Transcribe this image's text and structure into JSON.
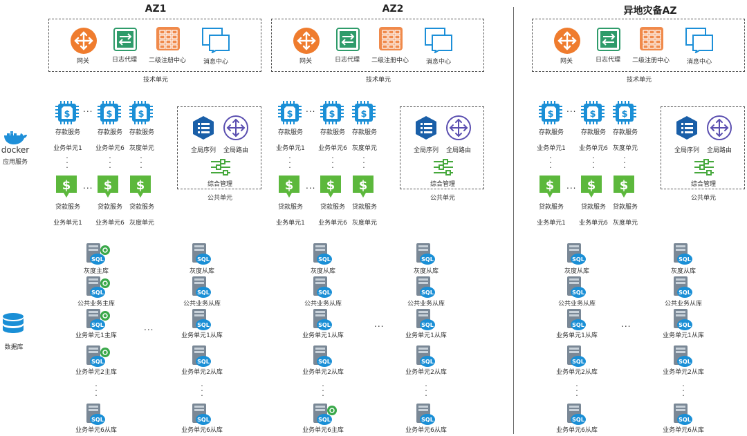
{
  "az_titles": [
    "AZ1",
    "AZ2",
    "异地灾备AZ"
  ],
  "tech_unit": {
    "label": "技术单元",
    "items": [
      "网关",
      "日志代理",
      "二级注册中心",
      "消息中心"
    ]
  },
  "public_unit": {
    "label": "公共单元",
    "items": [
      "全局序列",
      "全局路由",
      "综合管理"
    ]
  },
  "deposit_service": "存款服务",
  "loan_service": "贷款服务",
  "biz_units": [
    "业务单元1",
    "业务单元6",
    "灰度单元"
  ],
  "left_labels": {
    "docker_text": "docker",
    "app_service": "应用服务",
    "database": "数据库"
  },
  "ellipsis": "...",
  "sql_text": "SQL",
  "databases": {
    "az1_col1": [
      "灰度主库",
      "公共业务主库",
      "业务单元1主库",
      "业务单元2主库",
      "业务单元6从库"
    ],
    "az1_col2": [
      "灰度从库",
      "公共业务从库",
      "业务单元1从库",
      "业务单元2从库",
      "业务单元6从库"
    ],
    "az2_col1": [
      "灰度从库",
      "公共业务从库",
      "业务单元1从库",
      "业务单元2从库",
      "业务单元6主库"
    ],
    "az2_col2": [
      "灰度从库",
      "公共业务从库",
      "业务单元1从库",
      "业务单元2从库",
      "业务单元6从库"
    ],
    "dr_col1": [
      "灰度从库",
      "公共业务从库",
      "业务单元1从库",
      "业务单元2从库",
      "业务单元6从库"
    ],
    "dr_col2": [
      "灰度从库",
      "公共业务从库",
      "业务单元1从库",
      "业务单元2从库",
      "业务单元6从库"
    ]
  },
  "db_master_flags": {
    "az1_col1": [
      true,
      true,
      true,
      true,
      false
    ],
    "az1_col2": [
      false,
      false,
      false,
      false,
      false
    ],
    "az2_col1": [
      false,
      false,
      false,
      false,
      true
    ],
    "az2_col2": [
      false,
      false,
      false,
      false,
      false
    ],
    "dr_col1": [
      false,
      false,
      false,
      false,
      false
    ],
    "dr_col2": [
      false,
      false,
      false,
      false,
      false
    ]
  },
  "colors": {
    "gateway": "#ef7c2e",
    "log_proxy": "#2e9b6a",
    "registry": "#f08a4b",
    "message": "#1c8fd8",
    "deposit": "#1a8fd6",
    "loan": "#5cb83c",
    "global": "#1a5fa8",
    "route": "#5b4fb0",
    "mgmt": "#46a83c",
    "db_gray": "#7a8896",
    "db_blue": "#1a8fd6",
    "db_master": "#3aa84a"
  }
}
